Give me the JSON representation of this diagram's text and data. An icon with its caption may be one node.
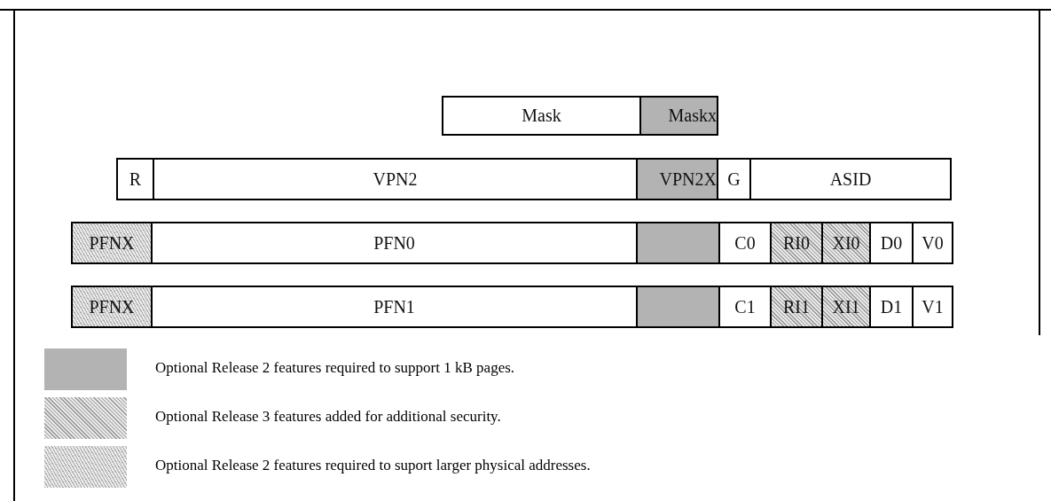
{
  "diagram": {
    "nodes": [
      {
        "text": [
          "Mask"
        ]
      },
      {
        "text": [
          "Maskx"
        ]
      },
      {
        "text": [
          "R"
        ]
      },
      {
        "text": [
          "VPN2"
        ]
      },
      {
        "text": [
          "VPN2X"
        ]
      },
      {
        "text": [
          "G"
        ]
      },
      {
        "text": [
          "ASID"
        ]
      },
      {
        "text": [
          "PFNX"
        ]
      },
      {
        "text": [
          "PFN0"
        ]
      },
      {
        "text": [],
        "shape": "box"
      },
      {
        "text": [
          "C0"
        ]
      },
      {
        "text": [
          "RI0"
        ]
      },
      {
        "text": [
          "XI0"
        ]
      },
      {
        "text": [
          "D0"
        ]
      },
      {
        "text": [
          "V0"
        ]
      },
      {
        "text": [
          "PFNX"
        ]
      },
      {
        "text": [
          "PFN1"
        ]
      },
      {
        "text": [],
        "shape": "box"
      },
      {
        "text": [
          "C1"
        ]
      },
      {
        "text": [
          "RI1"
        ]
      },
      {
        "text": [
          "XI1"
        ]
      },
      {
        "text": [
          "D1"
        ]
      },
      {
        "text": [
          "V1"
        ]
      }
    ],
    "edges": [],
    "legend": [
      {
        "text": "Optional Release 2 features required to support 1 kB pages.",
        "color": "#b3b3b3"
      },
      {
        "text": "Optional Release 3 features added for additional security."
      },
      {
        "text": "Optional Release 2 features required to suport larger physical addresses."
      }
    ]
  }
}
